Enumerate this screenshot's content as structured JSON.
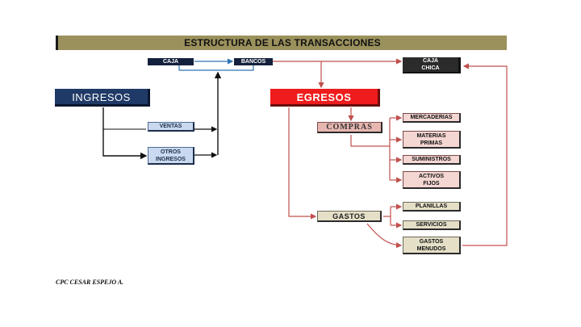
{
  "title": "ESTRUCTURA DE LAS TRANSACCIONES",
  "top": {
    "caja": "CAJA",
    "bancos": "BANCOS",
    "caja_chica": "CAJA\nCHICA"
  },
  "ingresos": {
    "label": "INGRESOS",
    "items": [
      "VENTAS",
      "OTROS\nINGRESOS"
    ]
  },
  "egresos": {
    "label": "EGRESOS",
    "compras": {
      "label": "COMPRAS",
      "items": [
        "MERCADERIAS",
        "MATERIAS\nPRIMAS",
        "SUMINISTROS",
        "ACTIVOS\nFIJOS"
      ]
    },
    "gastos": {
      "label": "GASTOS",
      "items": [
        "PLANILLAS",
        "SERVICIOS",
        "GASTOS\nMENUDOS"
      ]
    }
  },
  "author": "CPC CESAR ESPEJO A.",
  "colors": {
    "title_bar": "#9b915c",
    "ingresos": "#1f3a66",
    "egresos": "#ee1c1c",
    "connector_red": "#c0504d",
    "connector_blue": "#2e75b6"
  }
}
